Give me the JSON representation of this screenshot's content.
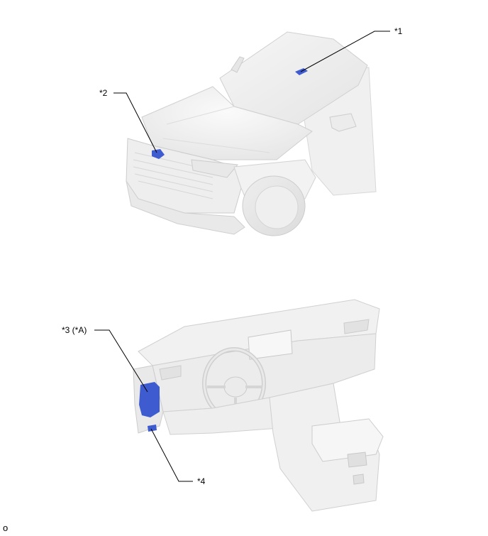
{
  "callouts": [
    {
      "id": "1",
      "label": "*1"
    },
    {
      "id": "2",
      "label": "*2"
    },
    {
      "id": "3",
      "label": "*3 (*A)"
    },
    {
      "id": "4",
      "label": "*4"
    }
  ],
  "footer_mark": "o",
  "colors": {
    "highlight": "#3f5bd0",
    "body_light": "#f3f3f3",
    "body_mid": "#e6e6e6",
    "outline": "#cfcfcf",
    "leader": "#000000"
  }
}
